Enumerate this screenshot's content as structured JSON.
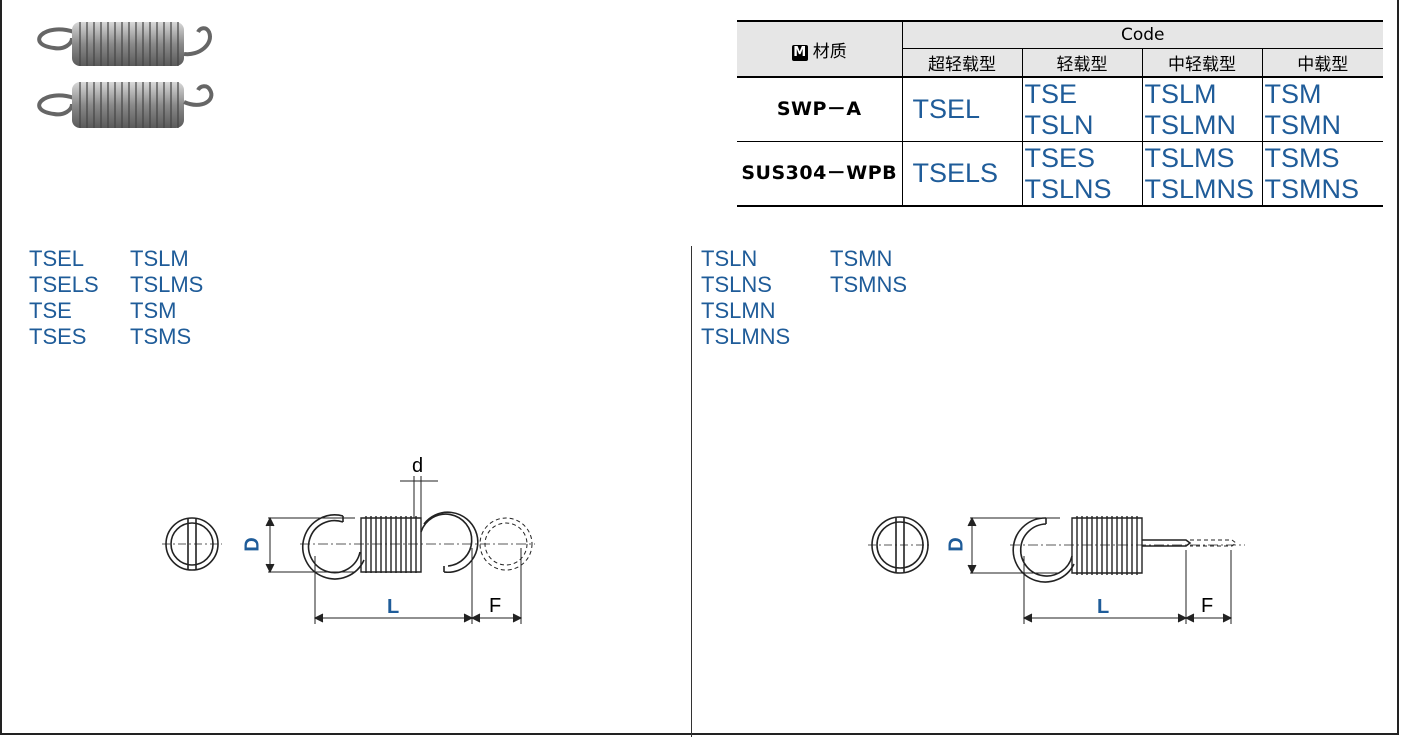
{
  "table": {
    "material_header": "材质",
    "material_icon": "M",
    "code_header": "Code",
    "type_headers": [
      "超轻载型",
      "轻载型",
      "中轻载型",
      "中载型"
    ],
    "rows": [
      {
        "material": "SWP－A",
        "codes": [
          "TSEL",
          "TSE\nTSLN",
          "TSLM\nTSLMN",
          "TSM\nTSMN"
        ],
        "c1": "TSEL",
        "c2a": "TSE",
        "c2b": "TSLN",
        "c3a": "TSLM",
        "c3b": "TSLMN",
        "c4a": "TSM",
        "c4b": "TSMN"
      },
      {
        "material": "SUS304－WPB",
        "c1": "TSELS",
        "c2a": "TSES",
        "c2b": "TSLNS",
        "c3a": "TSLMS",
        "c3b": "TSLMNS",
        "c4a": "TSMS",
        "c4b": "TSMNS"
      }
    ]
  },
  "left_panel": {
    "codes_col1": [
      "TSEL",
      "TSELS",
      "TSE",
      "TSES"
    ],
    "codes_col2": [
      "TSLM",
      "TSLMS",
      "TSM",
      "TSMS"
    ],
    "dims": {
      "d": "d",
      "D": "D",
      "L": "L",
      "F": "F"
    }
  },
  "right_panel": {
    "codes_col1": [
      "TSLN",
      "TSLNS",
      "TSLMN",
      "TSLMNS"
    ],
    "codes_col2": [
      "TSMN",
      "TSMNS"
    ],
    "dims": {
      "D": "D",
      "L": "L",
      "F": "F"
    }
  },
  "colors": {
    "code_blue": "#1f5c99",
    "header_gray": "#e6e6e6"
  }
}
